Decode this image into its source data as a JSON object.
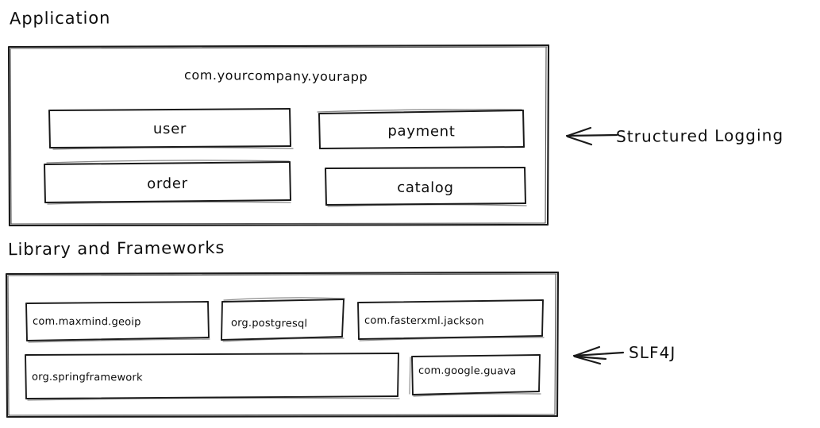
{
  "diagram": {
    "title_top": "Application",
    "title_bottom": "Library and Frameworks",
    "style": "hand-drawn sketch",
    "stroke_color": "#1a1a1a",
    "background_color": "#ffffff"
  },
  "application": {
    "heading": "Application",
    "root_package": "com.yourcompany.yourapp",
    "modules": [
      {
        "label": "user"
      },
      {
        "label": "payment"
      },
      {
        "label": "order"
      },
      {
        "label": "catalog"
      }
    ],
    "annotation": {
      "text": "Structured Logging",
      "arrow": "left-arrow-icon"
    }
  },
  "libraries": {
    "heading": "Library and Frameworks",
    "items": [
      {
        "label": "com.maxmind.geoip"
      },
      {
        "label": "org.postgresql"
      },
      {
        "label": "com.fasterxml.jackson"
      },
      {
        "label": "org.springframework"
      },
      {
        "label": "com.google.guava"
      }
    ],
    "annotation": {
      "text": "SLF4J",
      "arrow": "left-arrow-icon"
    }
  }
}
